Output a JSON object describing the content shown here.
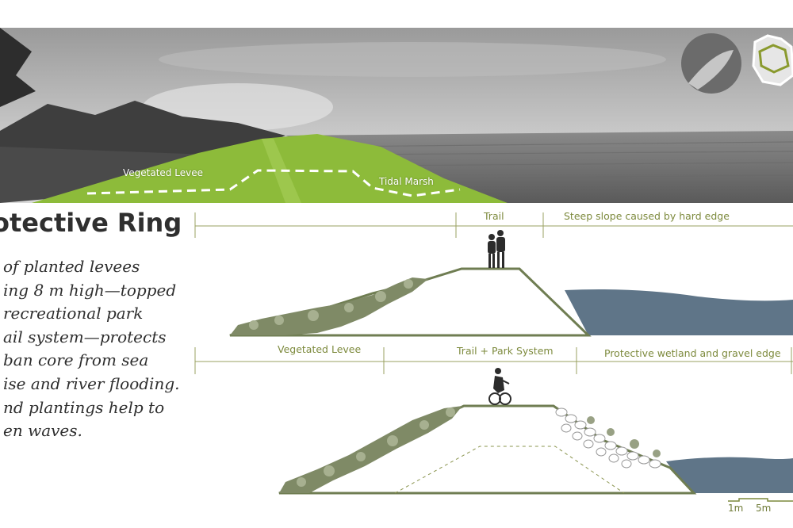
{
  "photo": {
    "labels": {
      "vegetated_levee": "Vegetated Levee",
      "tidal_marsh": "Tidal Marsh"
    }
  },
  "title": "otective Ring",
  "body_lines": [
    "of planted levees",
    "ing 8 m high—topped",
    "recreational park",
    "ail system—protects",
    "ban core from sea",
    "ise and river flooding.",
    "nd plantings help to",
    "en waves."
  ],
  "section_top": {
    "trail": "Trail",
    "steep_slope": "Steep slope caused by hard edge"
  },
  "section_bottom": {
    "vegetated_levee": "Vegetated Levee",
    "trail_park": "Trail + Park System",
    "wetland_edge": "Protective wetland and gravel edge"
  },
  "scale": {
    "one": "1m",
    "five": "5m"
  },
  "colors": {
    "levee_green": "#8dbb3a",
    "section_fill": "#6f7d52",
    "water": "#5f7588",
    "label_olive": "#7d8a3d"
  }
}
